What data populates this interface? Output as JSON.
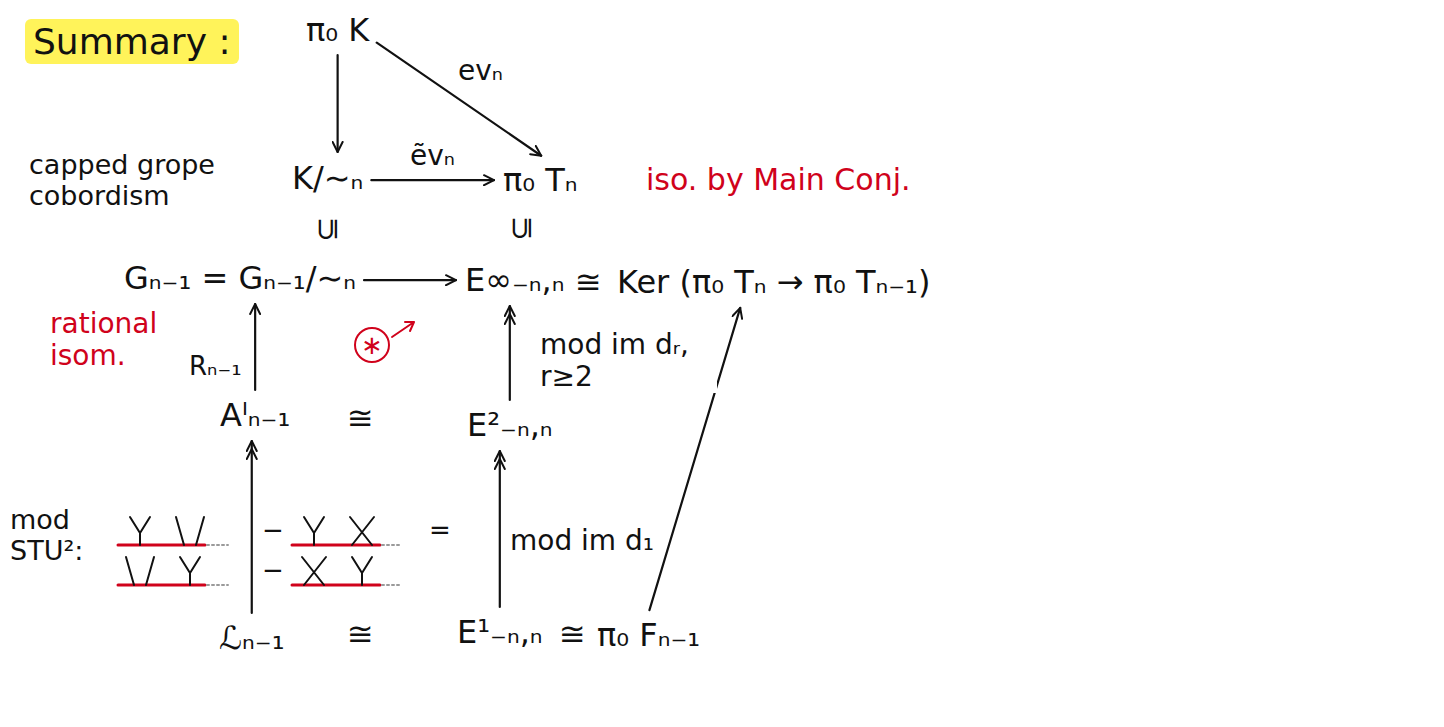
{
  "diagram": {
    "nodes": [
      {
        "text": [
          "π₀ K"
        ]
      },
      {
        "text": [
          "K/∼ₙ"
        ]
      },
      {
        "text": [
          "π₀ Tₙ"
        ]
      },
      {
        "text": [
          "Gₙ₋₁ = Gₙ₋₁/∼ₙ"
        ]
      },
      {
        "text": [
          "E∞₋ₙ,ₙ"
        ]
      },
      {
        "text": [
          "Ker (π₀ Tₙ → π₀ Tₙ₋₁)"
        ]
      },
      {
        "text": [
          "Aᴵₙ₋₁"
        ]
      },
      {
        "text": [
          "E²₋ₙ,ₙ"
        ]
      },
      {
        "text": [
          "ℒₙ₋₁"
        ]
      },
      {
        "text": [
          "E¹₋ₙ,ₙ"
        ]
      },
      {
        "text": [
          "π₀ Fₙ₋₁"
        ]
      }
    ],
    "edges": [
      {
        "from": 0,
        "to": 1,
        "arrow": "to"
      },
      {
        "from": 0,
        "to": 2,
        "arrow": "to",
        "label": "evₙ"
      },
      {
        "from": 1,
        "to": 2,
        "arrow": "to",
        "label": "ẽvₙ"
      },
      {
        "from": 3,
        "to": 4,
        "arrow": "to"
      },
      {
        "from": 6,
        "to": 3,
        "arrow": "to",
        "label": "Rₙ₋₁"
      },
      {
        "from": 7,
        "to": 4,
        "arrow": "to",
        "label": "mod im dᵣ, r≥2"
      },
      {
        "from": 8,
        "to": 6,
        "arrow": "to"
      },
      {
        "from": 9,
        "to": 7,
        "arrow": "to",
        "label": "mod im d₁"
      },
      {
        "from": 10,
        "to": 5,
        "arrow": "to"
      }
    ],
    "labels": [
      "Summary :",
      "iso. by Main Conj.",
      "capped grope cobordism",
      "⊆",
      "⊆",
      "≅",
      "rational isom.",
      "∗",
      "≅",
      "mod STU²:",
      "−",
      "=",
      "−",
      "≅",
      "≅"
    ]
  }
}
